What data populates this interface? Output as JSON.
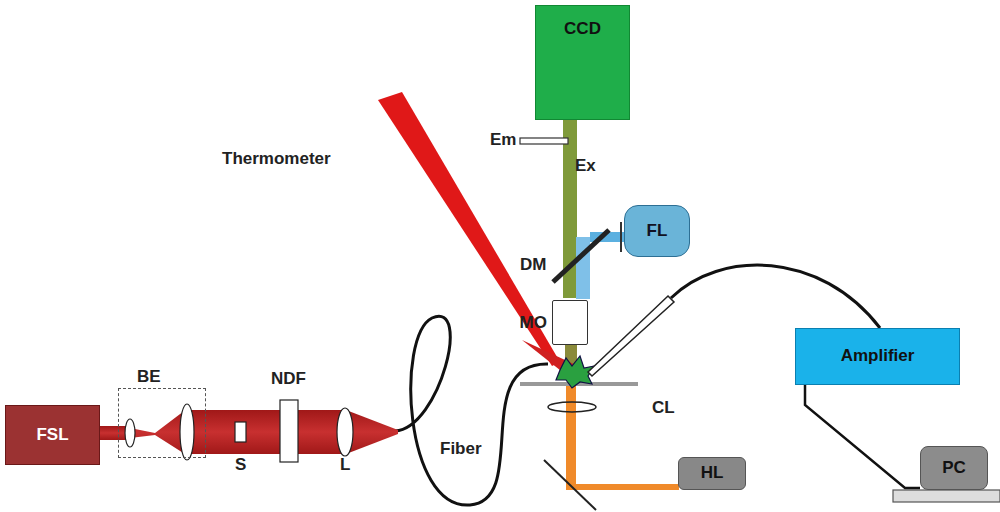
{
  "diagram": {
    "nodes": [
      {
        "text": [
          "CCD"
        ]
      },
      {
        "text": [
          "FL"
        ]
      },
      {
        "text": [
          "MO"
        ]
      },
      {
        "text": [
          "Amplifier"
        ]
      },
      {
        "text": [
          "FSL"
        ]
      },
      {
        "text": [
          "BE"
        ]
      },
      {
        "text": [
          "HL"
        ]
      },
      {
        "text": [
          "PC"
        ]
      }
    ],
    "edges": [
      {
        "from": 3,
        "to": 7,
        "arrow": "none"
      }
    ],
    "labels": [
      "Thermometer",
      "Em",
      "Ex",
      "DM",
      "NDF",
      "S",
      "L",
      "Fiber",
      "CL"
    ]
  }
}
